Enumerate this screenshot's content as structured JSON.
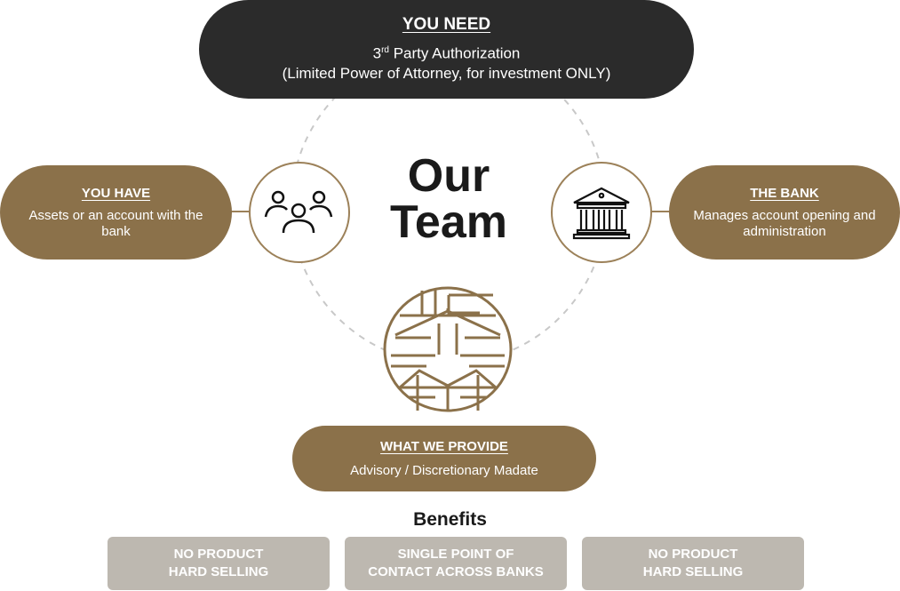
{
  "title_line1": "Our",
  "title_line2": "Team",
  "you_need": {
    "heading": "YOU NEED",
    "line1_pre": "3",
    "line1_sup": "rd",
    "line1_post": " Party Authorization",
    "line2": "(Limited Power of Attorney, for investment ONLY)"
  },
  "you_have": {
    "heading": "YOU HAVE",
    "text": "Assets or an account with the bank"
  },
  "the_bank": {
    "heading": "THE BANK",
    "text": "Manages account opening and administration"
  },
  "we_provide": {
    "heading": "WHAT WE PROVIDE",
    "text": "Advisory / Discretionary Madate"
  },
  "benefits": {
    "title": "Benefits",
    "items": [
      {
        "line1": "NO PRODUCT",
        "line2": "HARD SELLING"
      },
      {
        "line1": "SINGLE POINT OF",
        "line2": "CONTACT ACROSS BANKS"
      },
      {
        "line1": "NO PRODUCT",
        "line2": "HARD SELLING"
      }
    ]
  },
  "colors": {
    "dark": "#2b2b2b",
    "brown": "#8b714a",
    "gray": "#bdb8b0"
  }
}
